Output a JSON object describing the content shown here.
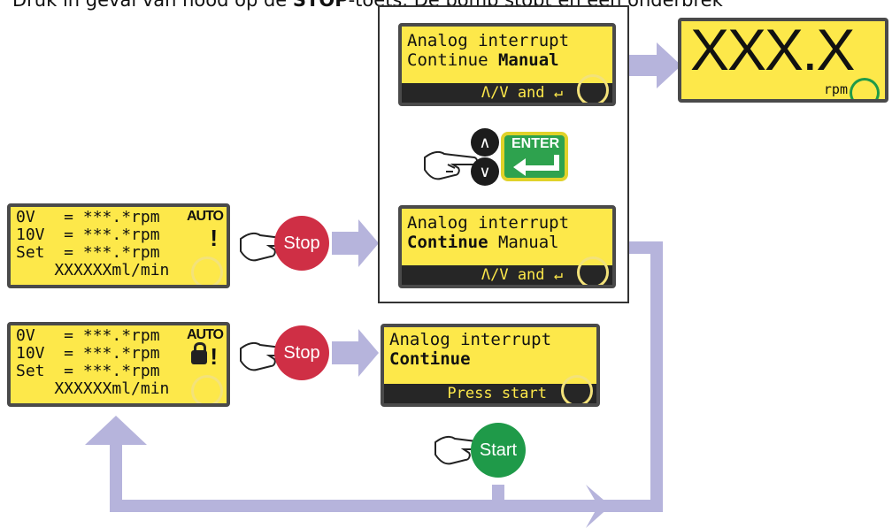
{
  "header": {
    "prefix": "Druk in geval van nood op de ",
    "bold": "STOP",
    "suffix": "-toets. De pomp stopt en een onderbrek"
  },
  "colors": {
    "lcd_bg": "#fde84a",
    "lcd_bar": "#262626",
    "arrow": "#b6b4dc",
    "stop": "#cf2f45",
    "start": "#1f9a49",
    "enter": "#2ea24e"
  },
  "icons": [
    "hand-pointer-icon",
    "up-arrow-icon",
    "down-arrow-icon",
    "enter-return-icon",
    "lock-icon",
    "exclamation-icon",
    "green-ring-icon"
  ],
  "screen_top_manual": {
    "line1": "Analog interrupt",
    "line2a": "Continue ",
    "line2b": "Manual",
    "bar": "Λ/V and ↵"
  },
  "screen_value": {
    "value": "XXX.X",
    "unit": "rpm"
  },
  "enter_key": {
    "label": "ENTER"
  },
  "screen_mid_continue": {
    "line1": "Analog interrupt",
    "line2a": "Continue",
    "line2b": " Manual",
    "bar": "Λ/V and ↵"
  },
  "screen_left1": {
    "r1": "0V   = ***.*rpm",
    "r2": "10V  = ***.*rpm",
    "r3": "Set  = ***.*rpm",
    "r4": "    XXXXXXml/min",
    "status": "AUTO",
    "bang": "!"
  },
  "screen_left2": {
    "r1": "0V   = ***.*rpm",
    "r2": "10V  = ***.*rpm",
    "r3": "Set  = ***.*rpm",
    "r4": "    XXXXXXml/min",
    "status": "AUTO",
    "bang": "!"
  },
  "screen_bottom": {
    "line1": "Analog interrupt",
    "line2": "Continue",
    "bar": "Press start"
  },
  "buttons": {
    "stop": "Stop",
    "start": "Start"
  }
}
